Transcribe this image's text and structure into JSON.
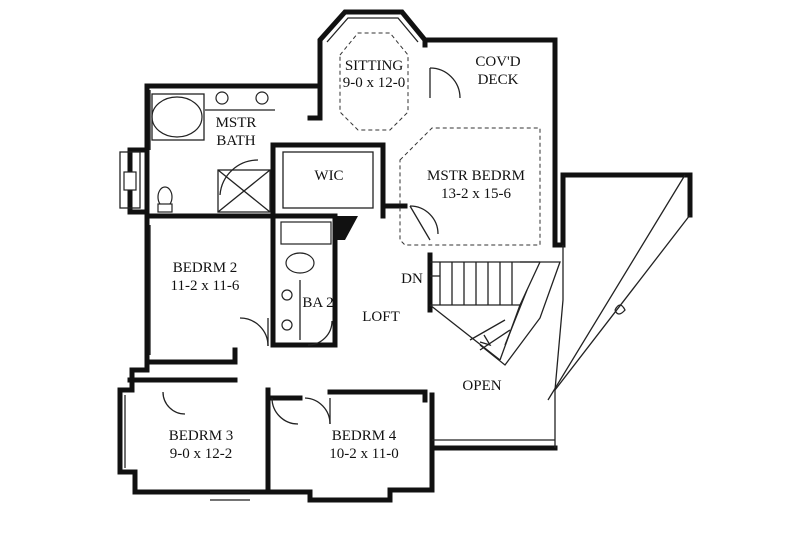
{
  "rooms": {
    "sitting": {
      "name": "SITTING",
      "dims": "9-0 x 12-0"
    },
    "deck": {
      "name_line1": "COV'D",
      "name_line2": "DECK"
    },
    "mstr_bath": {
      "name_line1": "MSTR",
      "name_line2": "BATH"
    },
    "wic": {
      "name": "WIC"
    },
    "mstr_bedrm": {
      "name": "MSTR BEDRM",
      "dims": "13-2 x 15-6"
    },
    "bedrm2": {
      "name": "BEDRM 2",
      "dims": "11-2 x 11-6"
    },
    "ba2": {
      "name": "BA 2"
    },
    "loft": {
      "name": "LOFT"
    },
    "dn": {
      "name": "DN"
    },
    "open": {
      "name": "OPEN"
    },
    "bedrm3": {
      "name": "BEDRM 3",
      "dims": "9-0 x 12-2"
    },
    "bedrm4": {
      "name": "BEDRM 4",
      "dims": "10-2 x 11-0"
    }
  }
}
